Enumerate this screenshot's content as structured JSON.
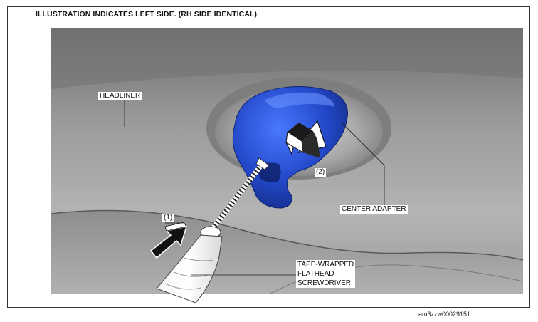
{
  "header": {
    "title": "ILLUSTRATION INDICATES LEFT SIDE. (RH SIDE IDENTICAL)"
  },
  "callouts": {
    "headliner": "HEADLINER",
    "center_adapter": "CENTER ADAPTER",
    "step_1": "(1)",
    "step_2": "(2)",
    "screwdriver_line1": "TAPE-WRAPPED",
    "screwdriver_line2": "FLATHEAD",
    "screwdriver_line3": "SCREWDRIVER"
  },
  "footer": {
    "document_id": "am3zzw00029151"
  },
  "colors": {
    "headliner": "#8a8a8a",
    "adapter": "#2a4fc4",
    "arrow": "#111111"
  }
}
